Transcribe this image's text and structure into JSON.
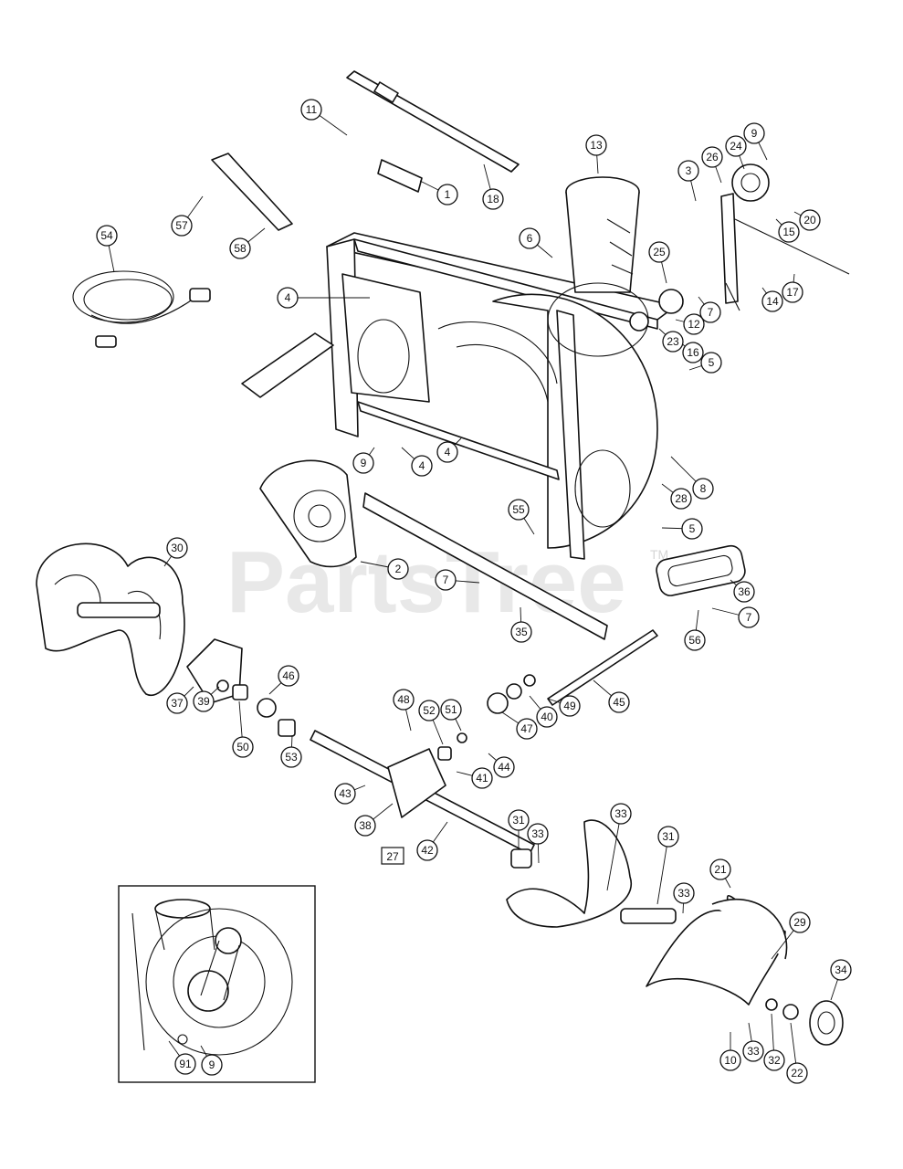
{
  "watermark": {
    "text": "PartsTree",
    "trademark": "TM"
  },
  "callouts": [
    {
      "id": "c11",
      "label": "11"
    },
    {
      "id": "c1",
      "label": "1"
    },
    {
      "id": "c18",
      "label": "18"
    },
    {
      "id": "c13",
      "label": "13"
    },
    {
      "id": "c9a",
      "label": "9"
    },
    {
      "id": "c24",
      "label": "24"
    },
    {
      "id": "c26",
      "label": "26"
    },
    {
      "id": "c3",
      "label": "3"
    },
    {
      "id": "c20",
      "label": "20"
    },
    {
      "id": "c15",
      "label": "15"
    },
    {
      "id": "c6",
      "label": "6"
    },
    {
      "id": "c25",
      "label": "25"
    },
    {
      "id": "c17",
      "label": "17"
    },
    {
      "id": "c14",
      "label": "14"
    },
    {
      "id": "c7a",
      "label": "7"
    },
    {
      "id": "c12",
      "label": "12"
    },
    {
      "id": "c23",
      "label": "23"
    },
    {
      "id": "c16",
      "label": "16"
    },
    {
      "id": "c5a",
      "label": "5"
    },
    {
      "id": "c57",
      "label": "57"
    },
    {
      "id": "c58",
      "label": "58"
    },
    {
      "id": "c54",
      "label": "54"
    },
    {
      "id": "c4a",
      "label": "4"
    },
    {
      "id": "c9b",
      "label": "9"
    },
    {
      "id": "c4b",
      "label": "4"
    },
    {
      "id": "c4c",
      "label": "4"
    },
    {
      "id": "c8",
      "label": "8"
    },
    {
      "id": "c28",
      "label": "28"
    },
    {
      "id": "c55",
      "label": "55"
    },
    {
      "id": "c5b",
      "label": "5"
    },
    {
      "id": "c30",
      "label": "30"
    },
    {
      "id": "c2",
      "label": "2"
    },
    {
      "id": "c7b",
      "label": "7"
    },
    {
      "id": "c36",
      "label": "36"
    },
    {
      "id": "c7c",
      "label": "7"
    },
    {
      "id": "c35",
      "label": "35"
    },
    {
      "id": "c56",
      "label": "56"
    },
    {
      "id": "c46",
      "label": "46"
    },
    {
      "id": "c45",
      "label": "45"
    },
    {
      "id": "c37",
      "label": "37"
    },
    {
      "id": "c39",
      "label": "39"
    },
    {
      "id": "c50",
      "label": "50"
    },
    {
      "id": "c53",
      "label": "53"
    },
    {
      "id": "c48",
      "label": "48"
    },
    {
      "id": "c52",
      "label": "52"
    },
    {
      "id": "c51",
      "label": "51"
    },
    {
      "id": "c49",
      "label": "49"
    },
    {
      "id": "c40",
      "label": "40"
    },
    {
      "id": "c47",
      "label": "47"
    },
    {
      "id": "c44",
      "label": "44"
    },
    {
      "id": "c41",
      "label": "41"
    },
    {
      "id": "c43",
      "label": "43"
    },
    {
      "id": "c38",
      "label": "38"
    },
    {
      "id": "c42",
      "label": "42"
    },
    {
      "id": "c31a",
      "label": "31"
    },
    {
      "id": "c33a",
      "label": "33"
    },
    {
      "id": "c33b",
      "label": "33"
    },
    {
      "id": "c31b",
      "label": "31"
    },
    {
      "id": "c21",
      "label": "21"
    },
    {
      "id": "c33c",
      "label": "33"
    },
    {
      "id": "c29",
      "label": "29"
    },
    {
      "id": "c34",
      "label": "34"
    },
    {
      "id": "c10",
      "label": "10"
    },
    {
      "id": "c33d",
      "label": "33"
    },
    {
      "id": "c32",
      "label": "32"
    },
    {
      "id": "c22",
      "label": "22"
    },
    {
      "id": "c91",
      "label": "91"
    },
    {
      "id": "c9c",
      "label": "9"
    }
  ],
  "boxed_label": {
    "label": "27"
  }
}
